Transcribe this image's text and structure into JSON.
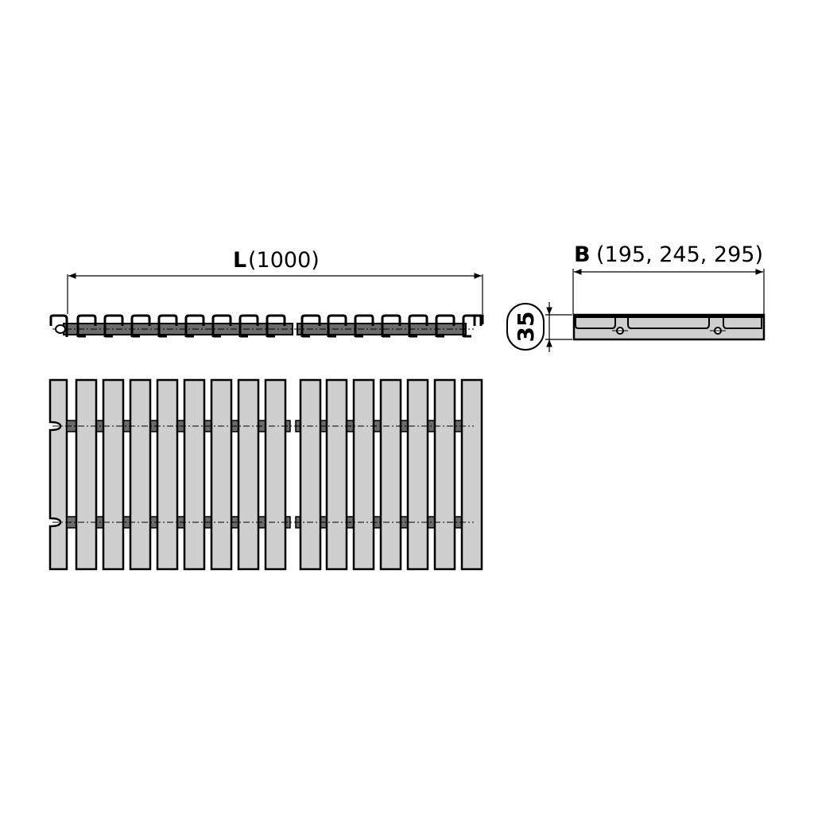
{
  "length_dimension": {
    "symbol": "L",
    "value": "(1000)"
  },
  "width_dimension": {
    "symbol": "B",
    "value": "(195, 245, 295)"
  },
  "height_dimension": {
    "value": "35"
  },
  "colors": {
    "slat_fill": "#cfcfcf",
    "rod_fill": "#6b6b6b",
    "line": "#000000"
  }
}
